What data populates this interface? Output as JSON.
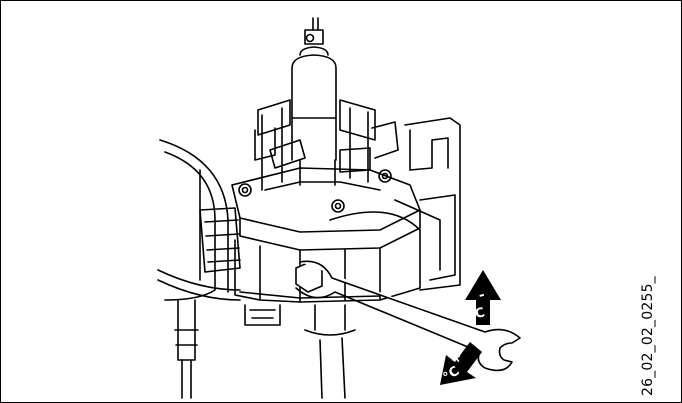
{
  "figure": {
    "reference_code": "26_02_02_0255_",
    "arrow_up": {
      "sign": "-",
      "unit": "°C"
    },
    "arrow_down": {
      "sign": "+",
      "unit": "°C"
    }
  }
}
